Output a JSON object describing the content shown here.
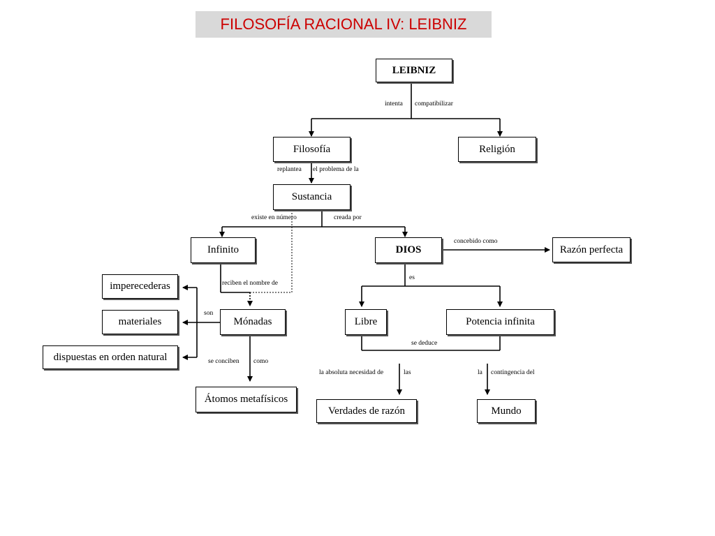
{
  "title": "FILOSOFÍA RACIONAL IV: LEIBNIZ",
  "nodes": {
    "leibniz": "LEIBNIZ",
    "filosofia": "Filosofía",
    "religion": "Religión",
    "sustancia": "Sustancia",
    "infinito": "Infinito",
    "dios": "DIOS",
    "razon_perfecta": "Razón perfecta",
    "imperecederas": "imperecederas",
    "materiales": "materiales",
    "dispuestas": "dispuestas en orden natural",
    "monadas": "Mónadas",
    "libre": "Libre",
    "potencia_infinita": "Potencia infinita",
    "atomos": "Átomos metafísicos",
    "verdades": "Verdades de razón",
    "mundo": "Mundo"
  },
  "labels": {
    "intenta": "intenta",
    "compatibilizar": "compatibilizar",
    "replantea": "replantea",
    "el_problema": "el problema de la",
    "existe": "existe en número",
    "creada": "creada por",
    "concebido": "concebido como",
    "es": "es",
    "reciben": "reciben el nombre de",
    "son": "son",
    "se_conciben": "se conciben",
    "como": "como",
    "se_deduce": "se deduce",
    "absoluta": "la absoluta necesidad de",
    "las": "las",
    "la": "la",
    "contingencia": "contingencia del"
  }
}
